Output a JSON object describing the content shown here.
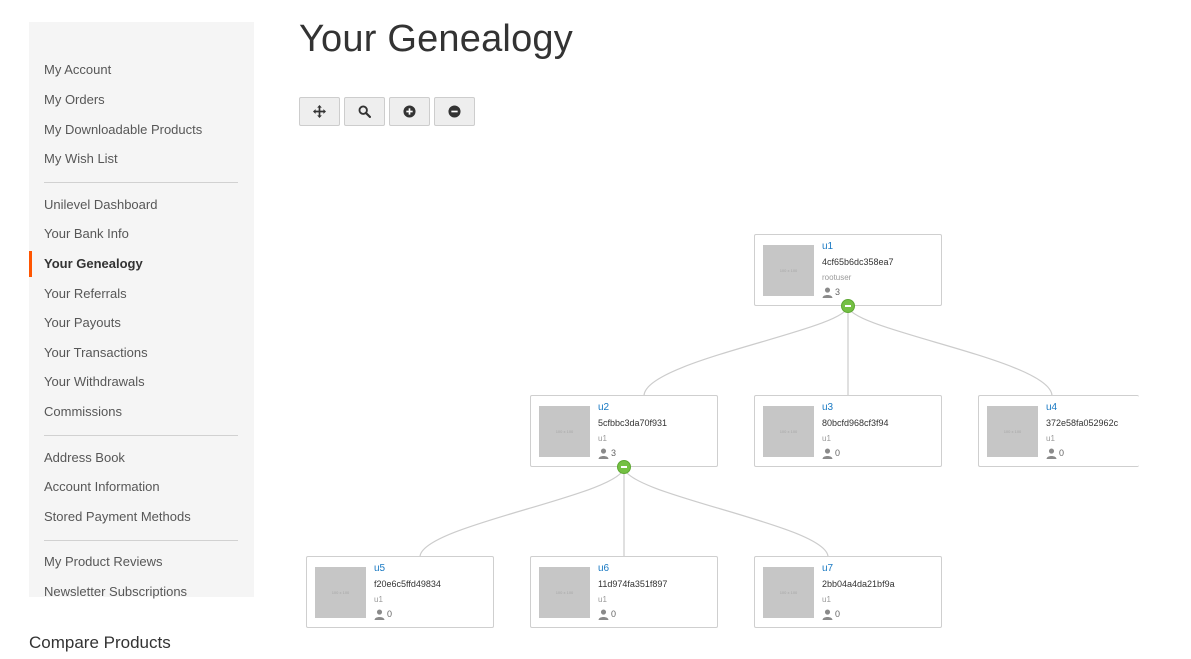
{
  "sidebar": {
    "groups": [
      [
        "My Account",
        "My Orders",
        "My Downloadable Products",
        "My Wish List"
      ],
      [
        "Unilevel Dashboard",
        "Your Bank Info",
        "Your Genealogy",
        "Your Referrals",
        "Your Payouts",
        "Your Transactions",
        "Your Withdrawals",
        "Commissions"
      ],
      [
        "Address Book",
        "Account Information",
        "Stored Payment Methods"
      ],
      [
        "My Product Reviews",
        "Newsletter Subscriptions"
      ]
    ],
    "active": "Your Genealogy"
  },
  "compare_title": "Compare Products",
  "page_title": "Your Genealogy",
  "toolbar": {
    "buttons": [
      {
        "icon": "move-icon"
      },
      {
        "icon": "search-icon"
      },
      {
        "icon": "zoom-in-icon"
      },
      {
        "icon": "zoom-out-icon"
      }
    ]
  },
  "tree": {
    "thumb_text": "100 x 100",
    "nodes": [
      {
        "name": "u1",
        "hash": "4cf65b6dc358ea7",
        "sponsor": "rootuser",
        "count": "3"
      },
      {
        "name": "u2",
        "hash": "5cfbbc3da70f931",
        "sponsor": "u1",
        "count": "3"
      },
      {
        "name": "u3",
        "hash": "80bcfd968cf3f94",
        "sponsor": "u1",
        "count": "0"
      },
      {
        "name": "u4",
        "hash": "372e58fa052962c",
        "sponsor": "u1",
        "count": "0"
      },
      {
        "name": "u5",
        "hash": "f20e6c5ffd49834",
        "sponsor": "u1",
        "count": "0"
      },
      {
        "name": "u6",
        "hash": "11d974fa351f897",
        "sponsor": "u1",
        "count": "0"
      },
      {
        "name": "u7",
        "hash": "2bb04a4da21bf9a",
        "sponsor": "u1",
        "count": "0"
      }
    ]
  },
  "colors": {
    "accent": "#ff5501",
    "link": "#1979c3",
    "collapse_button": "#74c043",
    "sidebar_bg": "#f5f5f5"
  }
}
